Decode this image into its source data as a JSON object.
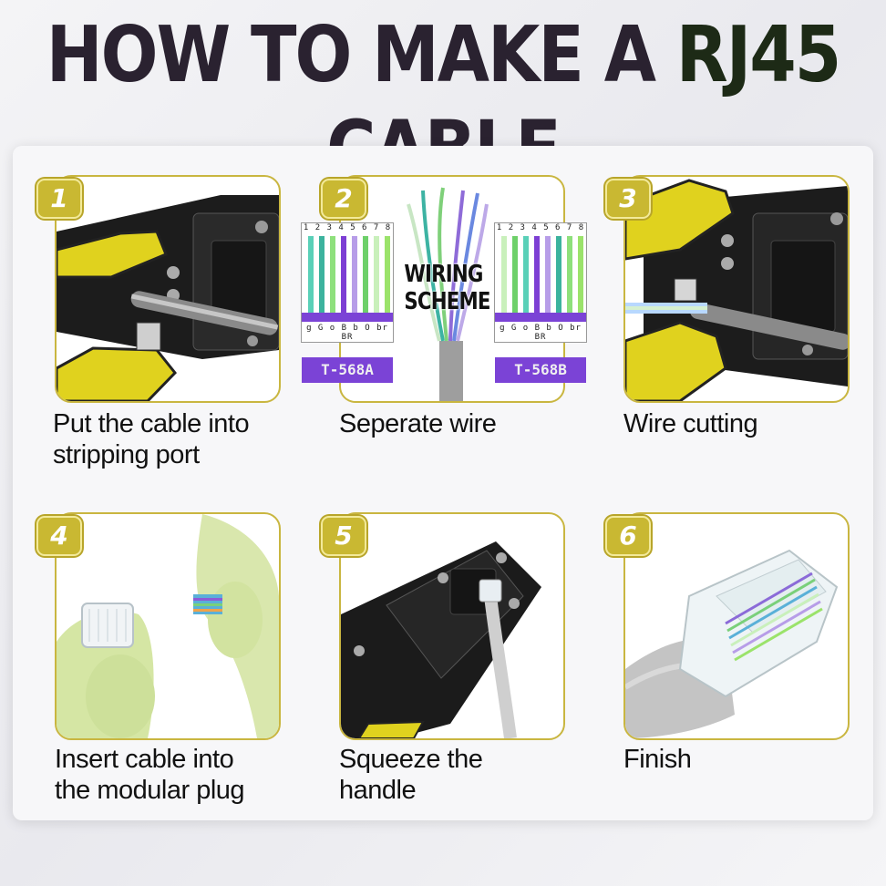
{
  "title": {
    "part1": "HOW TO MAKE A ",
    "accent": "RJ45",
    "part2": " CABLE"
  },
  "steps": [
    {
      "number": "1",
      "caption_line1": "Put the cable into",
      "caption_line2": "stripping port"
    },
    {
      "number": "2",
      "caption_line1": "Seperate wire",
      "caption_line2": ""
    },
    {
      "number": "3",
      "caption_line1": "Wire cutting",
      "caption_line2": ""
    },
    {
      "number": "4",
      "caption_line1": "Insert cable into",
      "caption_line2": "the modular plug"
    },
    {
      "number": "5",
      "caption_line1": "Squeeze the",
      "caption_line2": "handle"
    },
    {
      "number": "6",
      "caption_line1": "Finish",
      "caption_line2": ""
    }
  ],
  "wiring": {
    "scheme_line1": "WIRING",
    "scheme_line2": "SCHEME",
    "pin_numbers": "1 2 3 4 5 6 7 8",
    "standard_a": {
      "label": "T-568A",
      "codes": "g G o B b O br BR"
    },
    "standard_b": {
      "label": "T-568B",
      "codes": "g G o B b O br BR"
    }
  },
  "colors": {
    "accent_yellow": "#c9b832",
    "card_border": "#c9b640",
    "wire_purple": "#7b43d6",
    "tool_body": "#1b1b1b"
  },
  "icons": [
    "crimping-tool-icon",
    "cable-icon",
    "rj45-plug-icon",
    "fingers-icon"
  ]
}
